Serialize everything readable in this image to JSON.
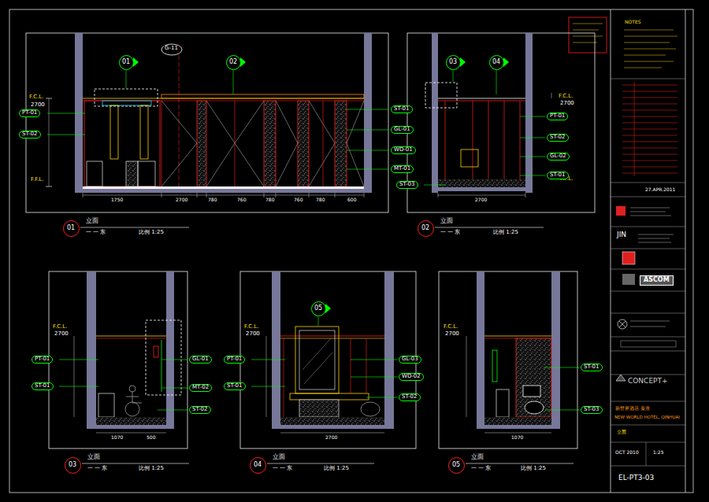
{
  "diagram": {
    "nodes": [
      {
        "text": [
          "01"
        ]
      },
      {
        "text": [
          "02"
        ]
      },
      {
        "text": [
          "03"
        ]
      },
      {
        "text": [
          "04"
        ]
      },
      {
        "text": [
          "05"
        ]
      }
    ],
    "labels": [
      "G-11",
      "01",
      "02",
      "F.C.L.",
      "2700",
      "F.F.L.",
      "PT-01",
      "ST-02",
      "ST-01",
      "GL-01",
      "WD-01",
      "MT-01",
      "1750",
      "2700",
      "780",
      "760",
      "780",
      "760",
      "780",
      "600",
      "立面",
      "一 一 东",
      "比例 1:25",
      "03",
      "04",
      "F.C.L.",
      "2700",
      "F.F.L.",
      "PT-01",
      "ST-02",
      "GL-02",
      "ST-01",
      "ST-03",
      "2700",
      "立面",
      "一 一 东",
      "比例 1:25",
      "F.C.L.",
      "2700",
      "PT-01",
      "ST-01",
      "GL-01",
      "MT-02",
      "ST-02",
      "1070",
      "500",
      "立面",
      "一 一 东",
      "比例 1:25",
      "05",
      "F.C.L.",
      "2700",
      "PT-01",
      "ST-01",
      "GL-03",
      "WD-02",
      "ST-02",
      "2700",
      "立面",
      "一 一 东",
      "比例 1:25",
      "F.C.L.",
      "2700",
      "ST-01",
      "ST-03",
      "1070",
      "立面",
      "一 一 东",
      "比例 1:25",
      "27.APR.2011",
      "JIN",
      "ASCOM",
      "CONCEPT+",
      "新世界酒店 秦淮",
      "NEW WORLD HOTEL, QINHUAI",
      "立面",
      "OCT 2010",
      "1:25",
      "EL-PT3-03",
      "NOTES"
    ]
  }
}
